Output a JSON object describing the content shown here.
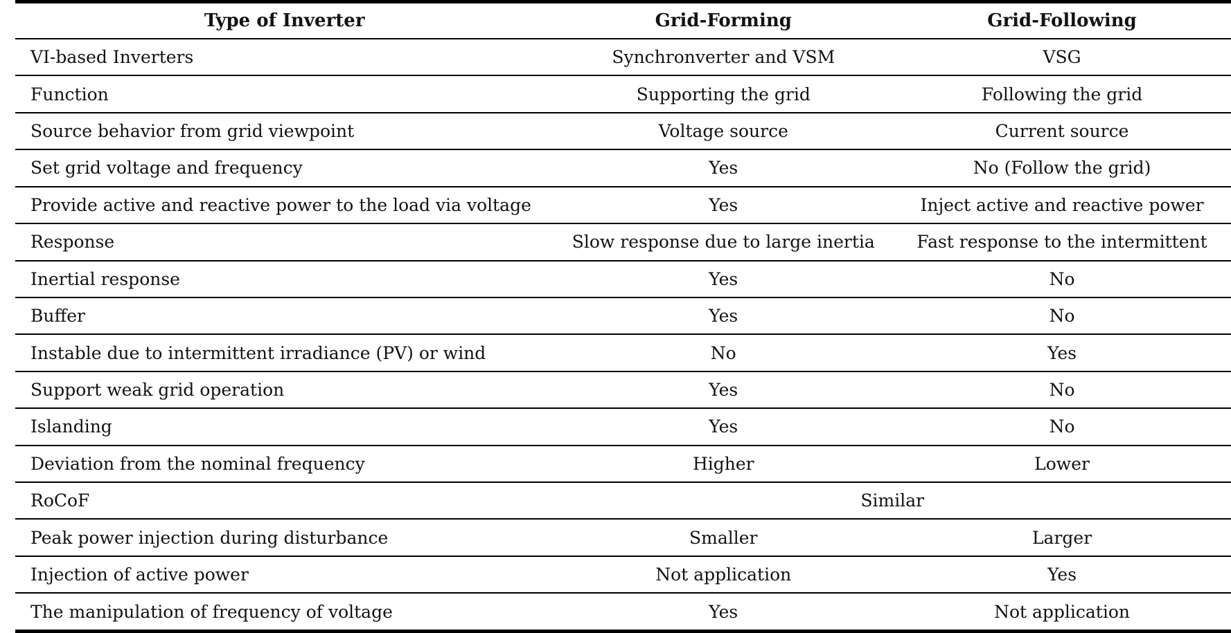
{
  "table": {
    "columns": [
      "Type of Inverter",
      "Grid-Forming",
      "Grid-Following"
    ],
    "rows": [
      {
        "cells": [
          "VI-based Inverters",
          "Synchronverter and VSM",
          "VSG"
        ]
      },
      {
        "cells": [
          "Function",
          "Supporting the grid",
          "Following the grid"
        ]
      },
      {
        "cells": [
          "Source behavior from grid viewpoint",
          "Voltage source",
          "Current source"
        ]
      },
      {
        "cells": [
          "Set grid voltage and frequency",
          "Yes",
          "No (Follow the grid)"
        ]
      },
      {
        "cells": [
          "Provide active and reactive power to the load via voltage",
          "Yes",
          "Inject active and reactive power"
        ]
      },
      {
        "cells": [
          "Response",
          "Slow response due to large inertia",
          "Fast response to the intermittent"
        ]
      },
      {
        "cells": [
          "Inertial response",
          "Yes",
          "No"
        ]
      },
      {
        "cells": [
          "Buffer",
          "Yes",
          "No"
        ]
      },
      {
        "cells": [
          "Instable due to intermittent irradiance (PV) or wind",
          "No",
          "Yes"
        ]
      },
      {
        "cells": [
          "Support weak grid operation",
          "Yes",
          "No"
        ]
      },
      {
        "cells": [
          "Islanding",
          "Yes",
          "No"
        ]
      },
      {
        "cells": [
          "Deviation from the nominal frequency",
          "Higher",
          "Lower"
        ]
      },
      {
        "cells": [
          "RoCoF",
          {
            "text": "Similar",
            "colspan": 2
          }
        ]
      },
      {
        "cells": [
          "Peak power injection during disturbance",
          "Smaller",
          "Larger"
        ]
      },
      {
        "cells": [
          "Injection of active power",
          "Not application",
          "Yes"
        ]
      },
      {
        "cells": [
          "The manipulation of frequency of voltage",
          "Yes",
          "Not application"
        ]
      }
    ]
  },
  "colors": {
    "text": "#121212",
    "rule": "#000000",
    "background": "#ffffff"
  }
}
